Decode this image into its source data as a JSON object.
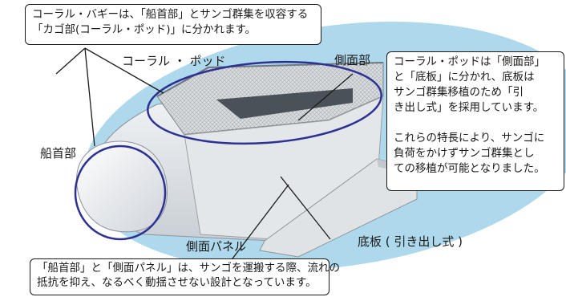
{
  "callouts": {
    "top_left": {
      "lines": [
        "コーラル・バギーは、「船首部」とサンゴ群集を収容する",
        "「カゴ部(コーラル・ポッド)」に分かれます。"
      ]
    },
    "right": {
      "paragraph1": [
        "コーラル・ポッドは「側面部」",
        "と「底板」に分かれ、底板は",
        "サンゴ群集移植のため「引",
        "き出し式」を採用しています。"
      ],
      "paragraph2": [
        "これらの特長により、サンゴに",
        "負荷をかけずサンゴ群集とし",
        "ての移植が可能となりました。"
      ]
    },
    "bottom_left": {
      "lines": [
        "「船首部」と「側面パネル」は、サンゴを運搬する際、流れの",
        "抵抗を抑え、なるべく動揺させない設計となっています。"
      ]
    }
  },
  "labels": {
    "coral_pod": "コーラル ・ ポッド",
    "side_section": "側面部",
    "bow": "船首部",
    "side_panel": "側面パネル",
    "bottom_plate": "底板 ( 引き出し式 )"
  },
  "colors": {
    "water": "#aed8ec",
    "hull": "#e8ebee",
    "highlight_ring": "#2e3192",
    "text": "#1a1a1a"
  }
}
